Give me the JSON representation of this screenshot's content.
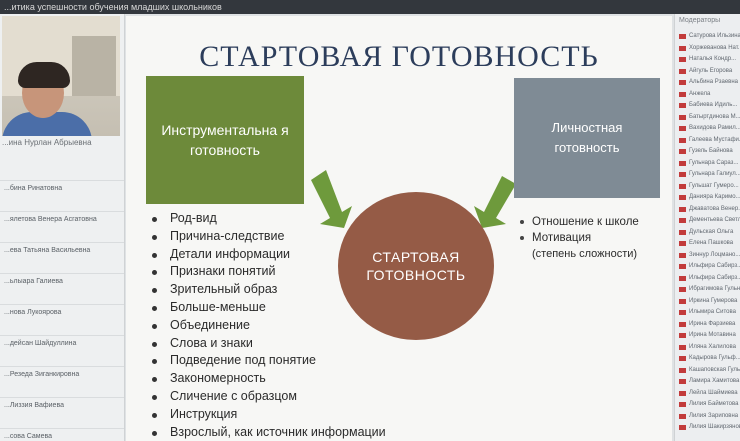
{
  "window": {
    "title": "...итика успешности обучения младших школьников"
  },
  "webcam": {
    "name": "...ина Нурлан Абрыевна"
  },
  "participants": [
    "...бина Ринатовна",
    "...ялетова Венера Асгатовна",
    "...ева Татьяна Васильевна",
    "...ьлыара Галиева",
    "...нова Лукоярова",
    "...дейсан Шайдуллина",
    "...Резеда Зиганкировна",
    "...Лиззия Вафиева",
    "...сова Самева"
  ],
  "slide": {
    "title": "СТАРТОВАЯ ГОТОВНОСТЬ",
    "green_box": "Инструментальна я готовность",
    "gray_box": "Личностная готовность",
    "circle": "СТАРТОВАЯ ГОТОВНОСТЬ",
    "left_list": [
      "Род-вид",
      "Причина-следствие",
      "Детали информации",
      "Признаки понятий",
      "Зрительный образ",
      "Больше-меньше",
      "Объединение",
      "Слова и знаки",
      "Подведение под понятие",
      "Закономерность",
      "Сличение с образцом",
      "Инструкция",
      "Взрослый, как источник информации"
    ],
    "right_list": [
      "Отношение к школе",
      "Мотивация"
    ],
    "right_list_sub": "(степень сложности)"
  },
  "right_panel": {
    "header": "Модераторы",
    "items": [
      "Сатурова Ильзина",
      "Хоржеванова Нат...",
      "Наталья Кондр...",
      "Айгуль Егорова",
      "Альбина Рзаевна",
      "Анжела",
      "Бабиева Идиль...",
      "Батыртдинова М...",
      "Вахидова Рамил...",
      "Галеева Мустафи...",
      "Гузель Байнова",
      "Гульнара Сараз...",
      "Гульнара Галиул...",
      "Гульшат Гумеро...",
      "Данияра Каримо...",
      "Джаватова Венер...",
      "Дементьева Светл...",
      "Дульская Ольга",
      "Елена Пашкова",
      "Зиннур Лоцмано...",
      "Ильфира Сабирз...",
      "Ильфира Сабирз...",
      "Ибрагимова Гульна...",
      "Иркина Гумерова",
      "Ильмира Ситова",
      "Ирина Фарзиева",
      "Ирина Мотавина",
      "Иляна Халилова",
      "Кадырова Гульф...",
      "Кашаповская Гуль...",
      "Ламира Хамитова",
      "Лейла Шаймиева",
      "Лилия Байметова",
      "Лилия Зариповна",
      "Лилия Шакирзянова"
    ]
  },
  "colors": {
    "green_box": "#6d8a3a",
    "gray_box": "#7f8b95",
    "circle": "#955b46",
    "arrow": "#6e9a3c",
    "title": "#2c3d5b"
  }
}
